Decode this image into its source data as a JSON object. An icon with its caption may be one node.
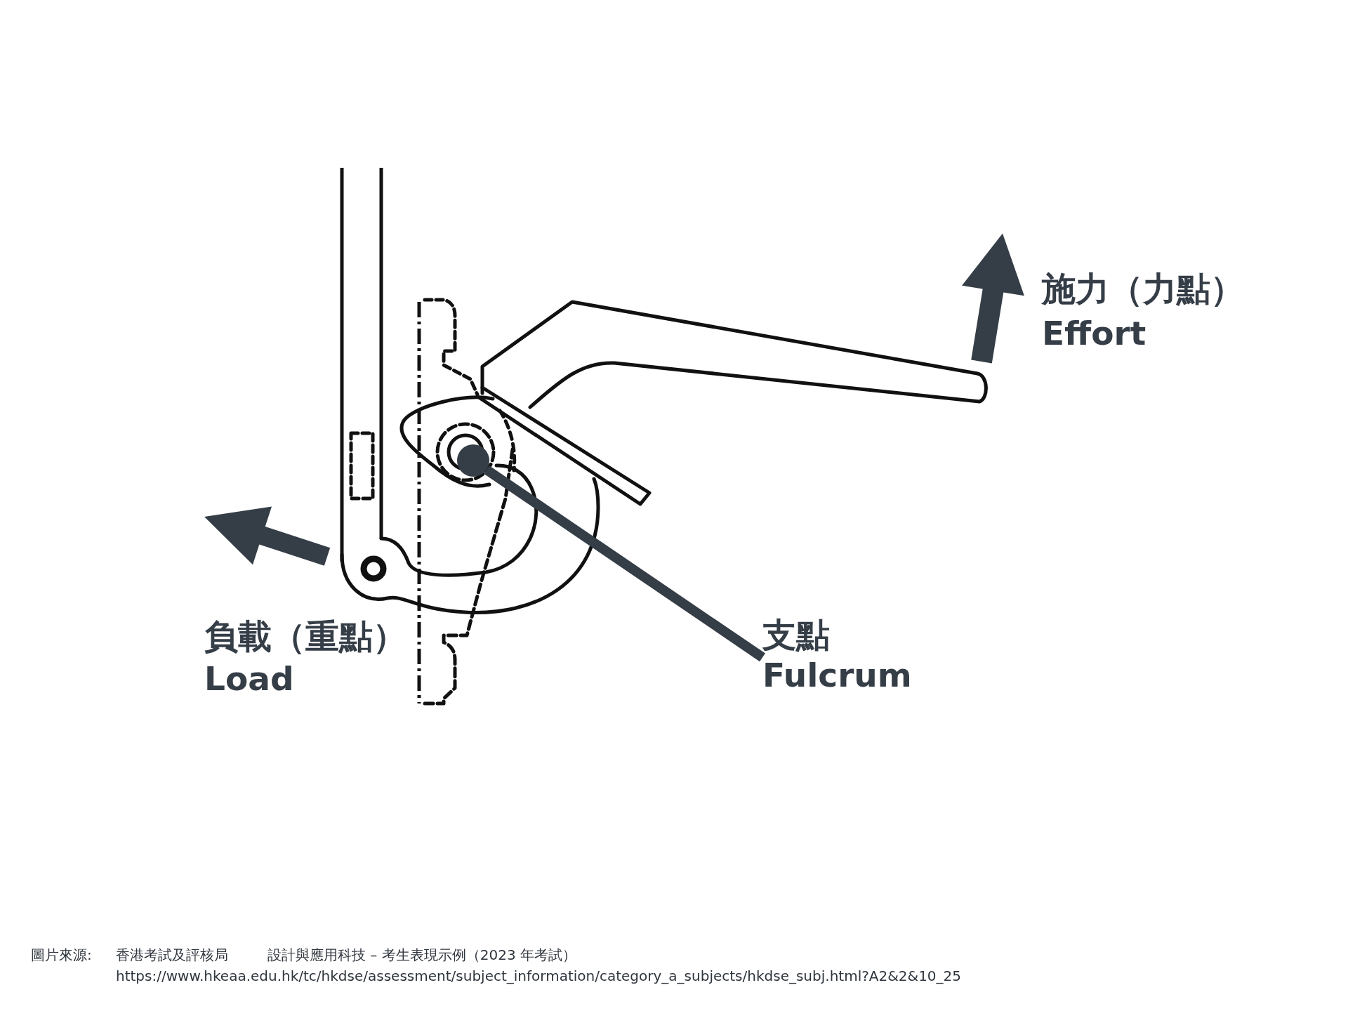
{
  "diagram": {
    "nodes": [
      {
        "text": [],
        "shape": "circle"
      },
      {
        "text": [
          "支點",
          "Fulcrum"
        ]
      }
    ],
    "edges": [
      {
        "from": 1,
        "to": 0,
        "arrow": "none"
      }
    ],
    "labels": [
      "施力（力點）",
      "Effort",
      "負載（重點）",
      "Load",
      "圖片來源:",
      "香港考試及評核局",
      "設計與應用科技 – 考生表現示例（2023 年考試）",
      "https://www.hkeaa.edu.hk/tc/hkdse/assessment/subject_information/category_a_subjects/hkdse_subj.html?A2&2&10_25"
    ]
  }
}
